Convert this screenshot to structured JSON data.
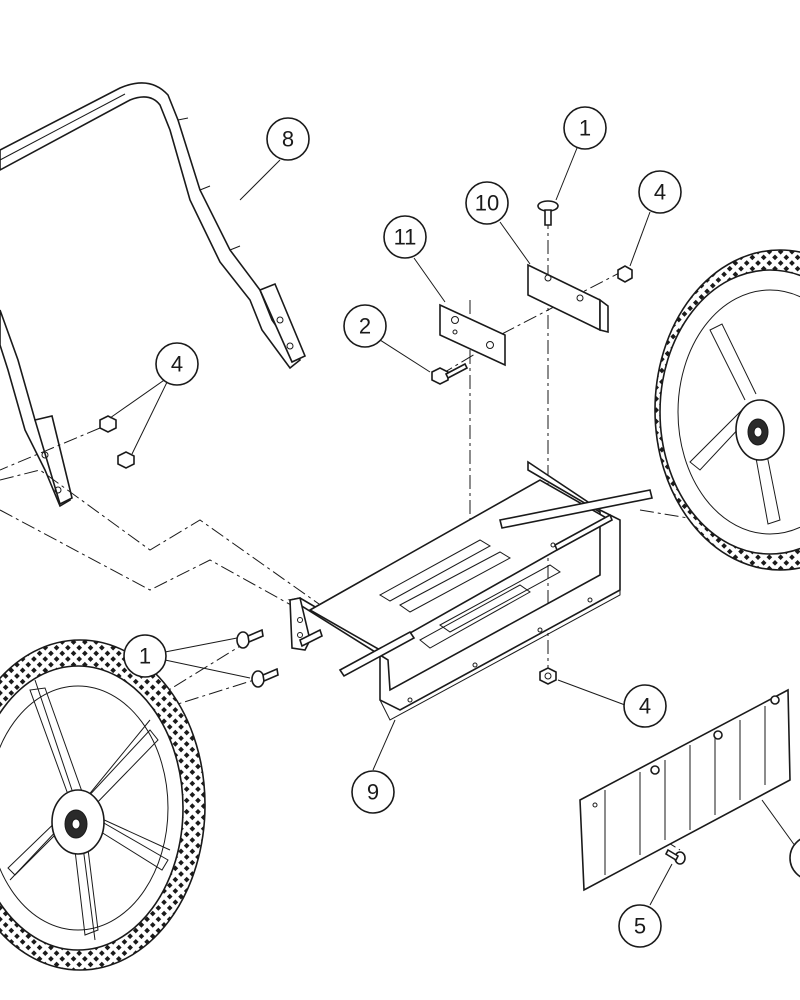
{
  "callouts": [
    {
      "id": "c1_top",
      "label": "1"
    },
    {
      "id": "c4_top",
      "label": "4"
    },
    {
      "id": "c8",
      "label": "8"
    },
    {
      "id": "c10",
      "label": "10"
    },
    {
      "id": "c11",
      "label": "11"
    },
    {
      "id": "c2",
      "label": "2"
    },
    {
      "id": "c4_left",
      "label": "4"
    },
    {
      "id": "c1_left",
      "label": "1"
    },
    {
      "id": "c4_bottom",
      "label": "4"
    },
    {
      "id": "c9",
      "label": "9"
    },
    {
      "id": "c5",
      "label": "5"
    }
  ]
}
